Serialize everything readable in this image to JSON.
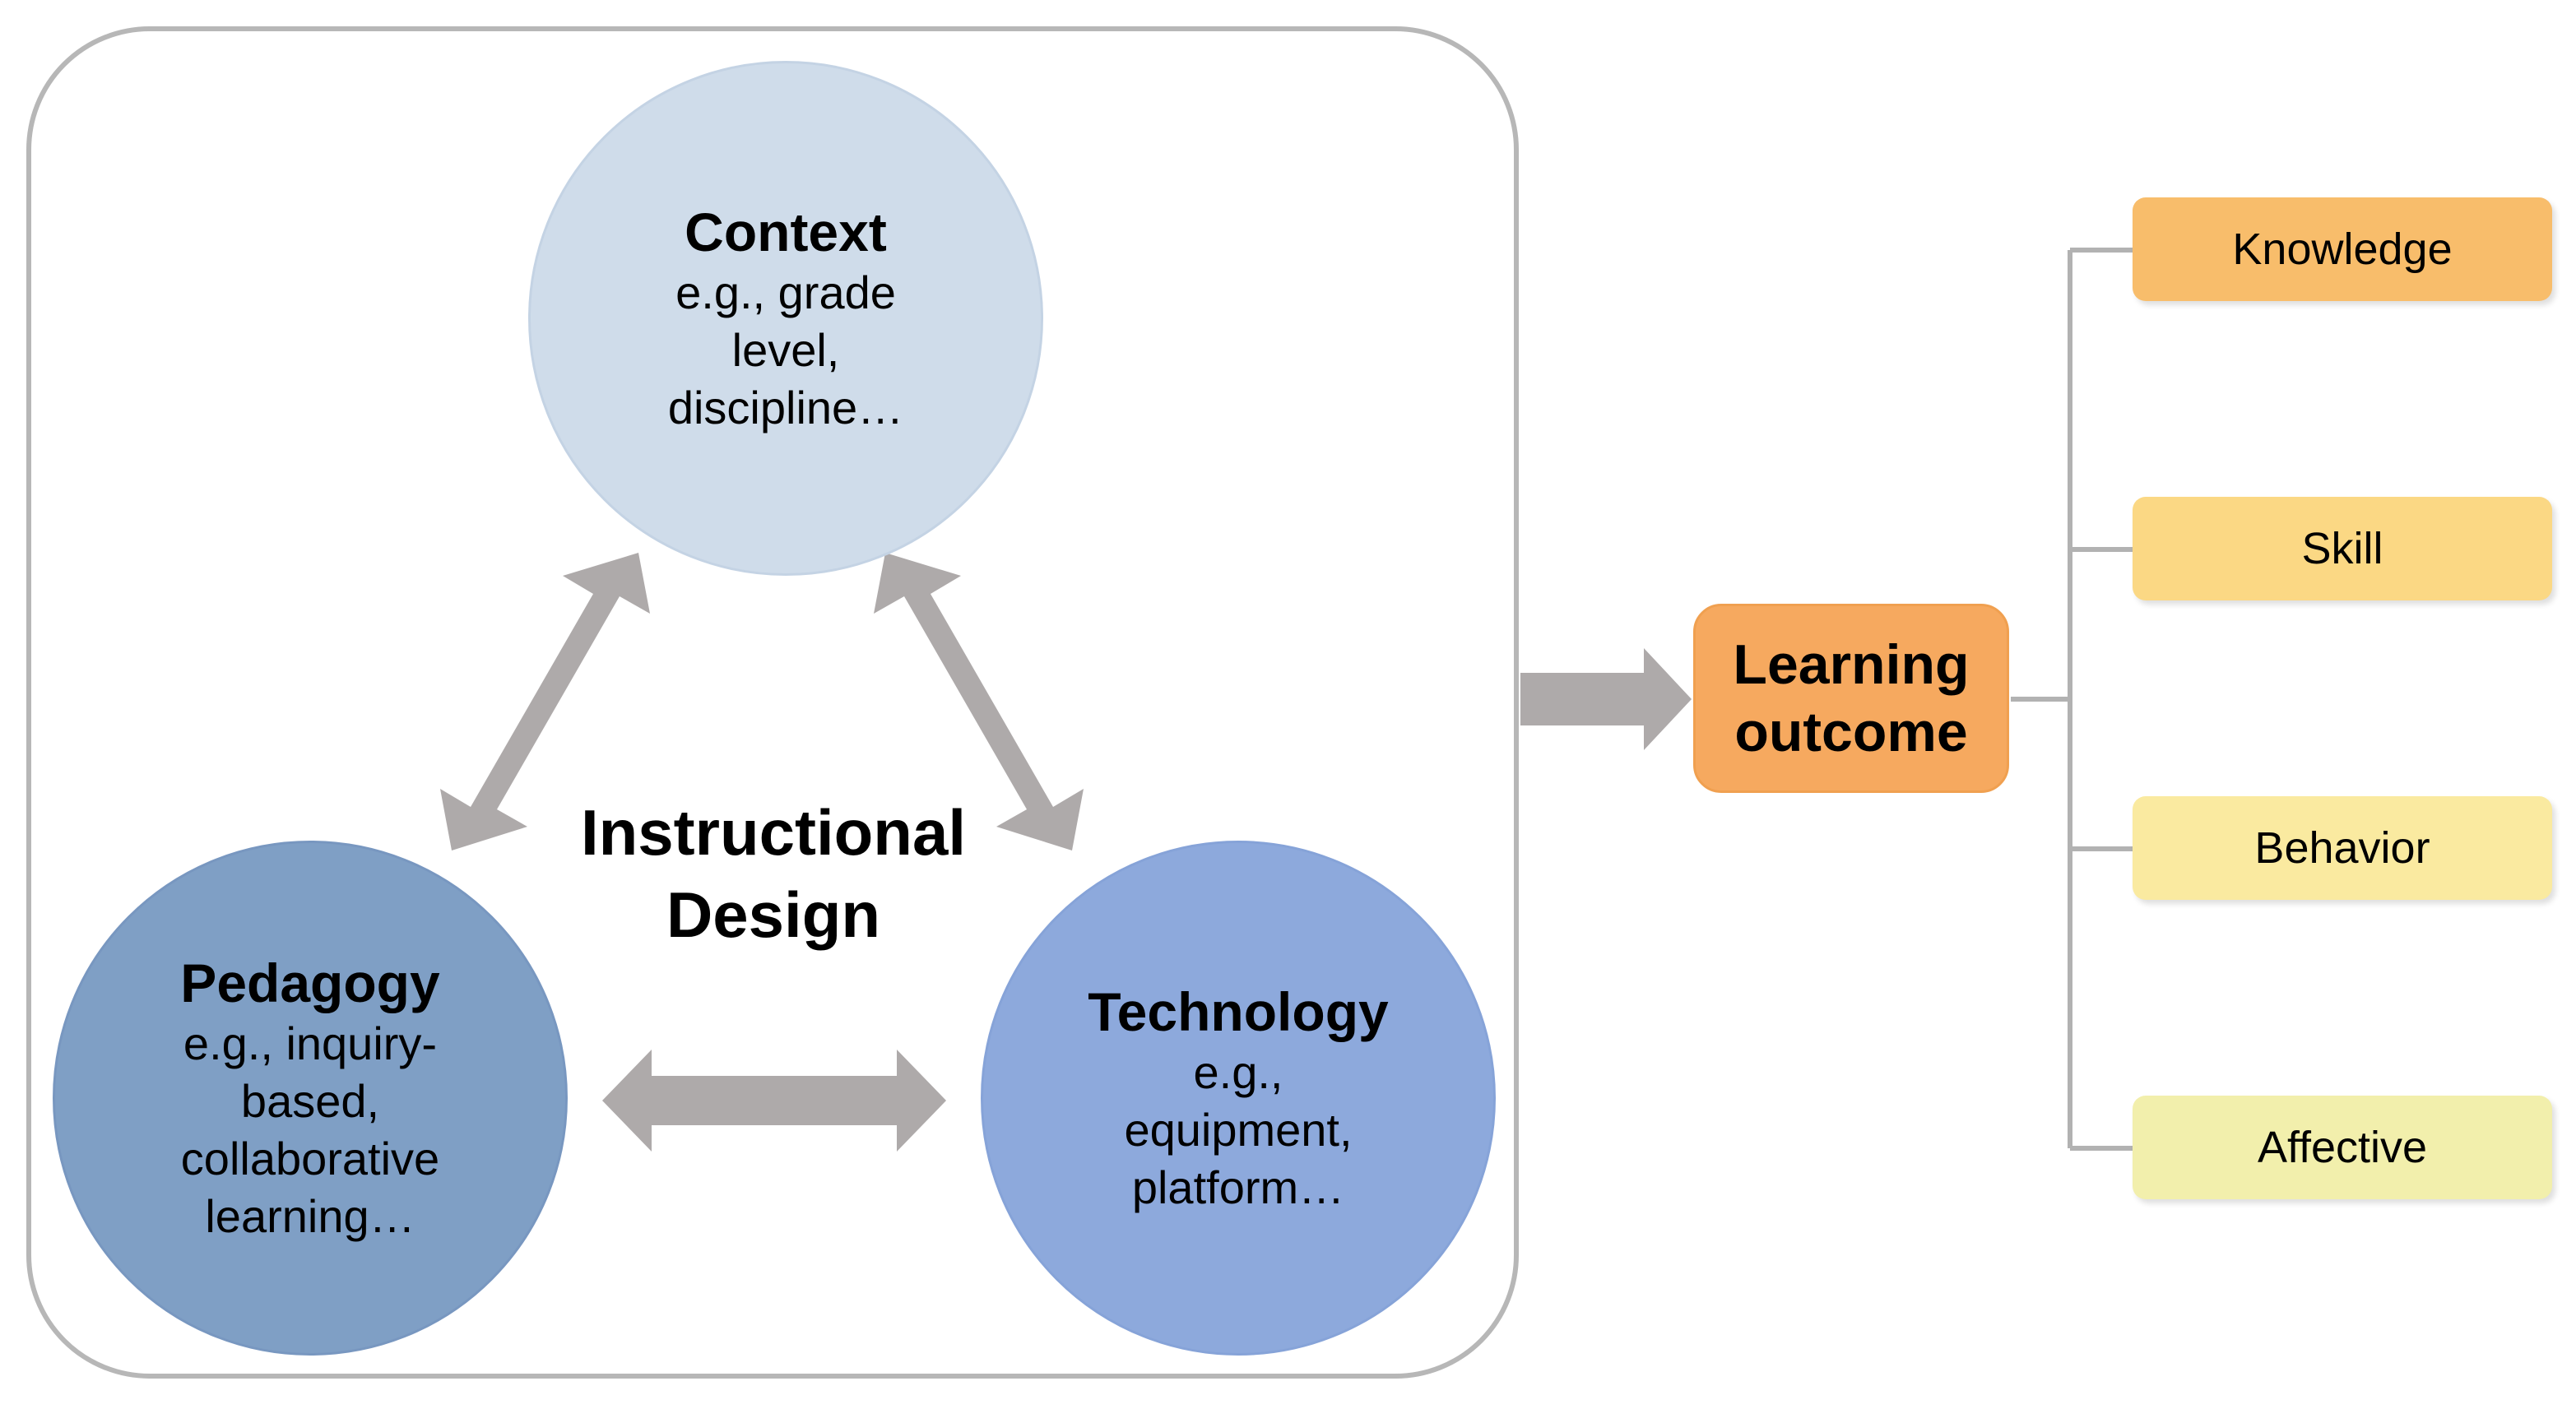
{
  "instructional_design": {
    "title": "Instructional\nDesign",
    "context": {
      "title": "Context",
      "text": "e.g., grade\nlevel,\ndiscipline…"
    },
    "pedagogy": {
      "title": "Pedagogy",
      "text": "e.g., inquiry-\nbased,\ncollaborative\nlearning…"
    },
    "technology": {
      "title": "Technology",
      "text": "e.g.,\nequipment,\nplatform…"
    }
  },
  "learning_outcome": {
    "label": "Learning\noutcome",
    "categories": [
      "Knowledge",
      "Skill",
      "Behavior",
      "Affective"
    ]
  },
  "colors": {
    "context_circle": "#cfdcea",
    "pedagogy_circle": "#7f9fc5",
    "technology_circle": "#8da9dc",
    "arrow_gray": "#aeaaaa",
    "frame_gray": "#b7b7b7",
    "outcome_orange": "#f6a95f",
    "knowledge": "#f8bd6b",
    "skill": "#fbd884",
    "behavior": "#faeaa0",
    "affective": "#f2efac"
  }
}
